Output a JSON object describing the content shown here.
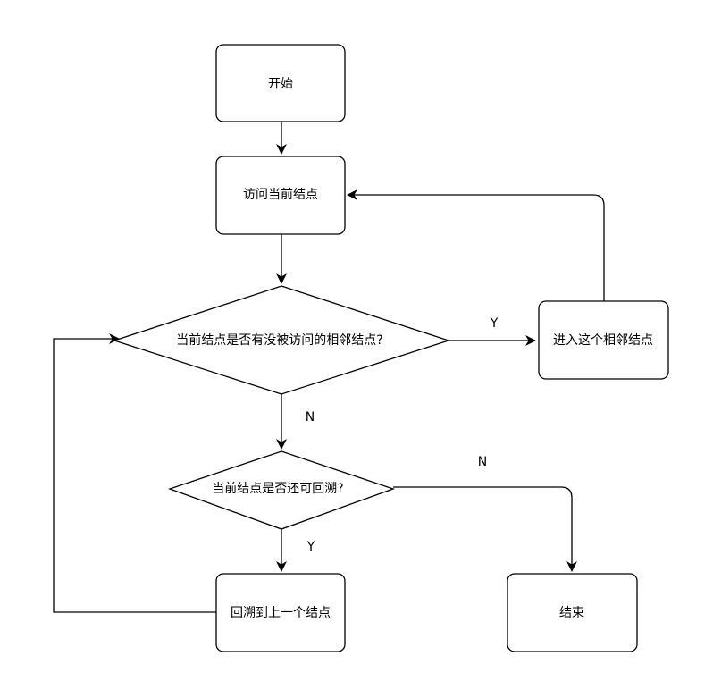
{
  "nodes": {
    "start": "开始",
    "visit": "访问当前结点",
    "has_unvisited": "当前结点是否有没被访问的相邻结点?",
    "enter_neighbor": "进入这个相邻结点",
    "can_backtrack": "当前结点是否还可回溯?",
    "backtrack": "回溯到上一个结点",
    "end": "结束"
  },
  "edge_labels": {
    "has_unvisited_yes": "Y",
    "has_unvisited_no": "N",
    "can_backtrack_yes": "Y",
    "can_backtrack_no": "N"
  }
}
